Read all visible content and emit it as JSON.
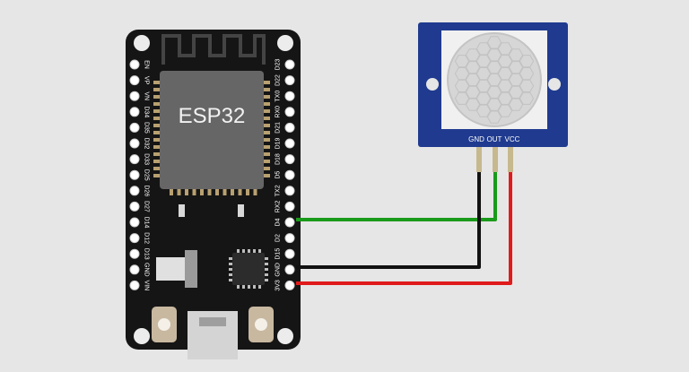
{
  "board": {
    "chip_label": "ESP32",
    "left_pins": [
      "EN",
      "VP",
      "VN",
      "D34",
      "D35",
      "D32",
      "D33",
      "D25",
      "D26",
      "D27",
      "D14",
      "D12",
      "D13",
      "GND",
      "VIN"
    ],
    "right_pins": [
      "D23",
      "D22",
      "TX0",
      "RX0",
      "D21",
      "D19",
      "D18",
      "D5",
      "TX2",
      "RX2",
      "D4",
      "D2",
      "D15",
      "GND",
      "3V3"
    ]
  },
  "sensor": {
    "pins": [
      "GND",
      "OUT",
      "VCC"
    ]
  },
  "wires": [
    {
      "name": "out-to-d4",
      "color": "#1a9a1a"
    },
    {
      "name": "gnd-to-gnd",
      "color": "#111111"
    },
    {
      "name": "vcc-to-3v3",
      "color": "#e01b1b"
    }
  ],
  "colors": {
    "background": "#e6e6e6",
    "board": "#151515",
    "chip": "#666666",
    "sensor_pcb": "#1f3a8f",
    "lens": "#dcdcdc"
  }
}
